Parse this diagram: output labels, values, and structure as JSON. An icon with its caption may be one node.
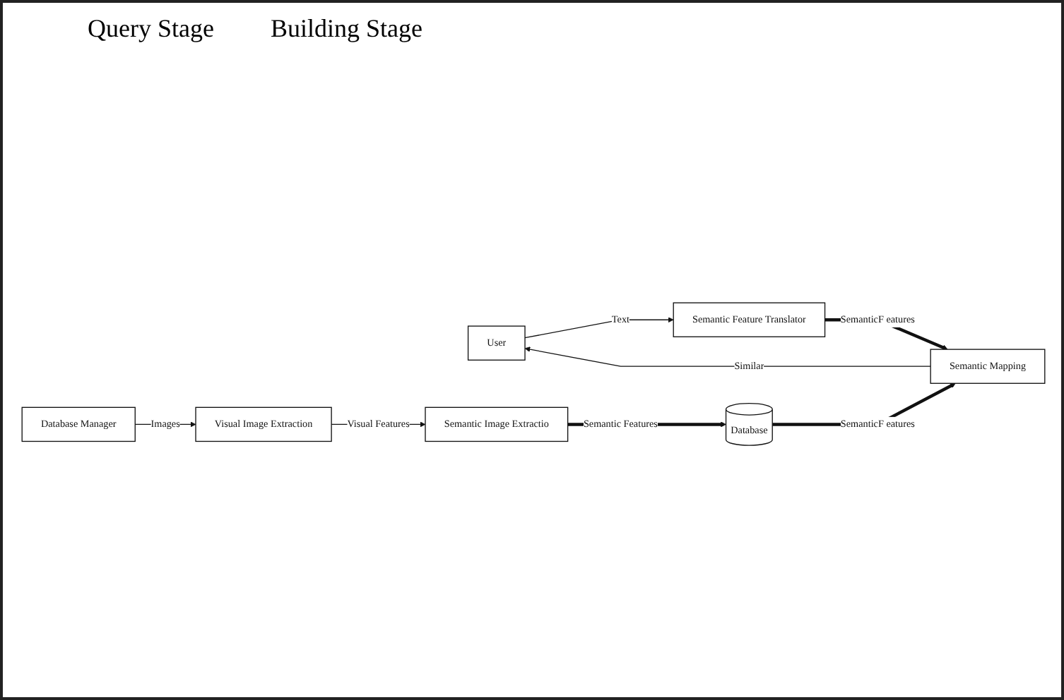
{
  "diagram": {
    "nodes": [
      {
        "text": [
          "User"
        ]
      },
      {
        "text": [
          "Semantic Feature Translator"
        ]
      },
      {
        "text": [
          "Semantic Mapping"
        ]
      },
      {
        "text": [
          "Database"
        ]
      },
      {
        "text": [
          "Database Manager"
        ]
      },
      {
        "text": [
          "Visual Image Extraction"
        ]
      },
      {
        "text": [
          "Semantic Image Extractio"
        ]
      }
    ],
    "edges": [
      {
        "from": 0,
        "to": 1,
        "arrow": "to",
        "label": "Text"
      },
      {
        "from": 1,
        "to": 2,
        "arrow": "to",
        "label": "SemanticF eatures",
        "style": "thick"
      },
      {
        "from": 3,
        "to": 2,
        "arrow": "to",
        "label": "SemanticF eatures",
        "style": "thick"
      },
      {
        "from": 2,
        "to": 0,
        "arrow": "to",
        "label": "Similar"
      },
      {
        "from": 4,
        "to": 5,
        "arrow": "to",
        "label": "Images"
      },
      {
        "from": 5,
        "to": 6,
        "arrow": "to",
        "label": "Visual Features"
      },
      {
        "from": 6,
        "to": 3,
        "arrow": "to",
        "label": "Semantic Features",
        "style": "thick"
      }
    ],
    "labels": [
      "Query Stage",
      "Building Stage"
    ]
  }
}
